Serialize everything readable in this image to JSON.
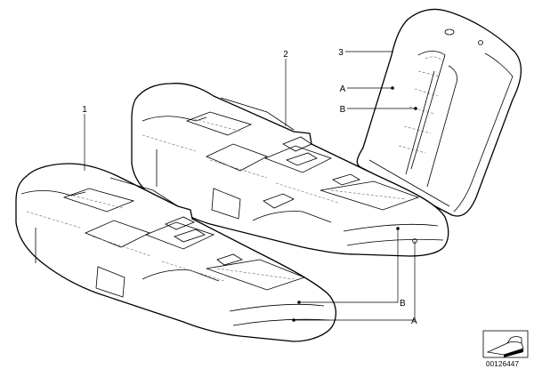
{
  "callouts": {
    "part_1": "1",
    "part_2": "2",
    "part_3": "3",
    "ref_a_upper": "A",
    "ref_b_upper": "B",
    "ref_b_lower": "B",
    "ref_a_lower": "A"
  },
  "diagram_id": "00126447",
  "icons": {
    "thumbnail": "seat-cover-thumbnail-icon"
  },
  "colors": {
    "line": "#000000",
    "background": "#ffffff"
  }
}
